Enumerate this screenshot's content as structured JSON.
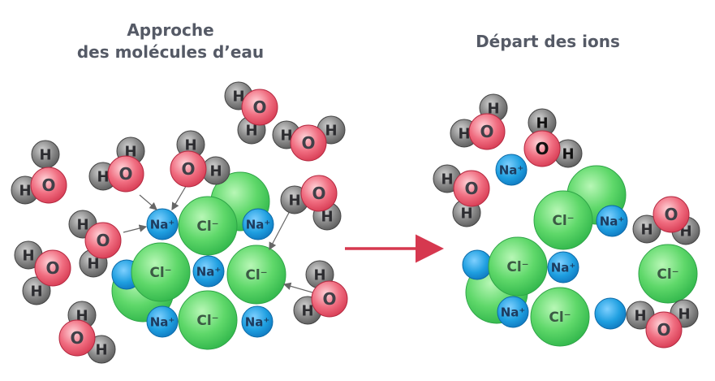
{
  "titles": {
    "left_line1": "Approche",
    "left_line2": "des molécules d’eau",
    "right": "Départ des ions"
  },
  "atoms": {
    "hydrogen": "H",
    "oxygen": "O",
    "sodium": "Na⁺",
    "chloride": "Cl⁻"
  },
  "colors": {
    "chloride": "#5fd86a",
    "sodium": "#1f9fe0",
    "oxygen": "#e0435c",
    "hydrogen": "#6a6a6a",
    "arrow": "#d6384f",
    "title": "#555a66"
  }
}
